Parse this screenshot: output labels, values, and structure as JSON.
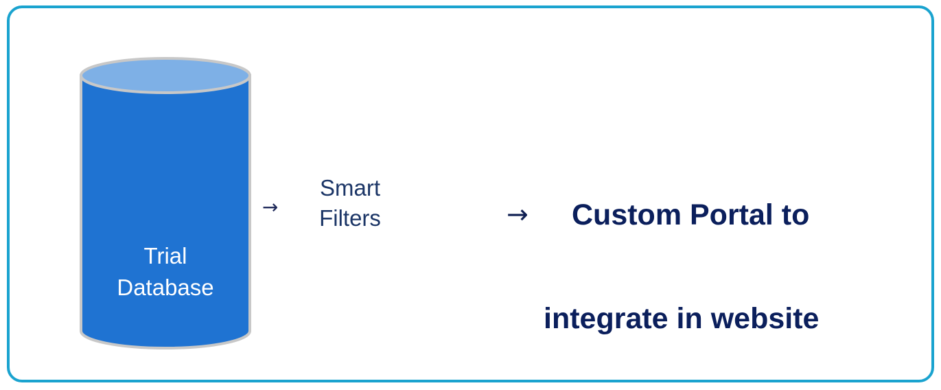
{
  "database": {
    "line1": "Trial",
    "line2": "Database"
  },
  "step1": {
    "arrow": "→",
    "line1": "Smart",
    "line2": "Filters"
  },
  "step2": {
    "arrow": "→",
    "line1": "Custom Portal to",
    "line2": "integrate in website"
  },
  "colors": {
    "frame_border": "#1aa3cf",
    "cylinder_body": "#1f73d2",
    "cylinder_top": "#7eb0e6",
    "cylinder_outline": "#c8c8c8",
    "text_dark": "#0b1f5c"
  },
  "icons": {
    "cylinder": "database-cylinder-icon",
    "arrow": "right-arrow-icon"
  }
}
